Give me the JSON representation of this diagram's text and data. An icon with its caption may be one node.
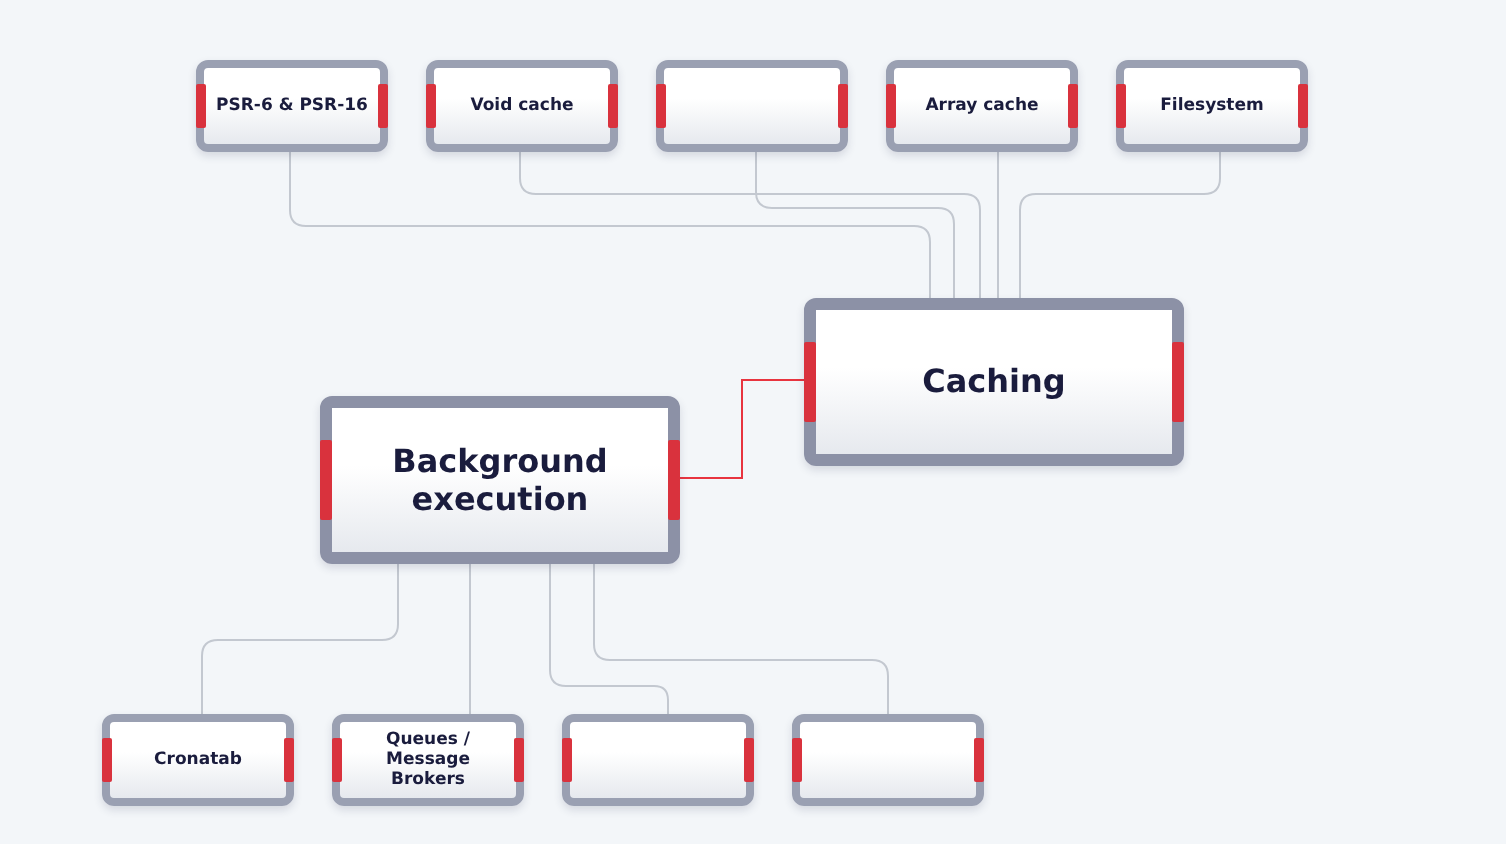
{
  "diagram": {
    "nodes": [
      {
        "text": [
          "PSR-6 & PSR-16"
        ]
      },
      {
        "text": [
          "Void cache"
        ]
      },
      {
        "text": [],
        "shape": "box"
      },
      {
        "text": [
          "Array cache"
        ]
      },
      {
        "text": [
          "Filesystem"
        ]
      },
      {
        "text": [
          "Caching"
        ]
      },
      {
        "text": [
          "Background execution"
        ]
      },
      {
        "text": [
          "Cronatab"
        ]
      },
      {
        "text": [
          "Queues / Message Brokers"
        ]
      },
      {
        "text": [],
        "shape": "box"
      },
      {
        "text": [],
        "shape": "box"
      }
    ],
    "edges": [
      {
        "from": 0,
        "to": 5,
        "arrow": "none"
      },
      {
        "from": 1,
        "to": 5,
        "arrow": "none"
      },
      {
        "from": 2,
        "to": 5,
        "arrow": "none"
      },
      {
        "from": 3,
        "to": 5,
        "arrow": "none"
      },
      {
        "from": 4,
        "to": 5,
        "arrow": "none"
      },
      {
        "from": 6,
        "to": 5,
        "arrow": "none",
        "color": "#e8343f"
      },
      {
        "from": 6,
        "to": 7,
        "arrow": "none"
      },
      {
        "from": 6,
        "to": 8,
        "arrow": "none"
      },
      {
        "from": 6,
        "to": 9,
        "arrow": "none"
      },
      {
        "from": 6,
        "to": 10,
        "arrow": "none"
      }
    ]
  }
}
